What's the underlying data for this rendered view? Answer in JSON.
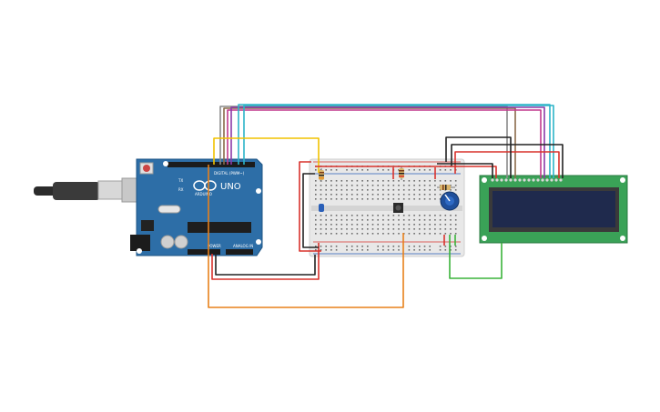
{
  "arduino": {
    "model_label": "UNO",
    "brand_label": "ARDUINO",
    "digital_label": "DIGITAL (PWM~)",
    "power_label": "POWER",
    "analog_label": "ANALOG IN",
    "board_color": "#2d6ea7",
    "tx_label": "TX",
    "rx_label": "RX"
  },
  "lcd": {
    "pcb_color": "#3aa257",
    "screen_color": "#1f2a4d"
  },
  "breadboard": {
    "body_color": "#e7e7e7",
    "rail_red": "#d9322c",
    "rail_blue": "#2a5fb8"
  },
  "wire_colors": {
    "red": "#d9322c",
    "black": "#222222",
    "yellow": "#f2c200",
    "orange": "#e8801a",
    "green": "#3ab33a",
    "purple": "#8a3aa8",
    "pink": "#c23a8d",
    "cyan": "#2cb4c8",
    "brown": "#8a6a4a",
    "gray": "#8a8a8a"
  }
}
